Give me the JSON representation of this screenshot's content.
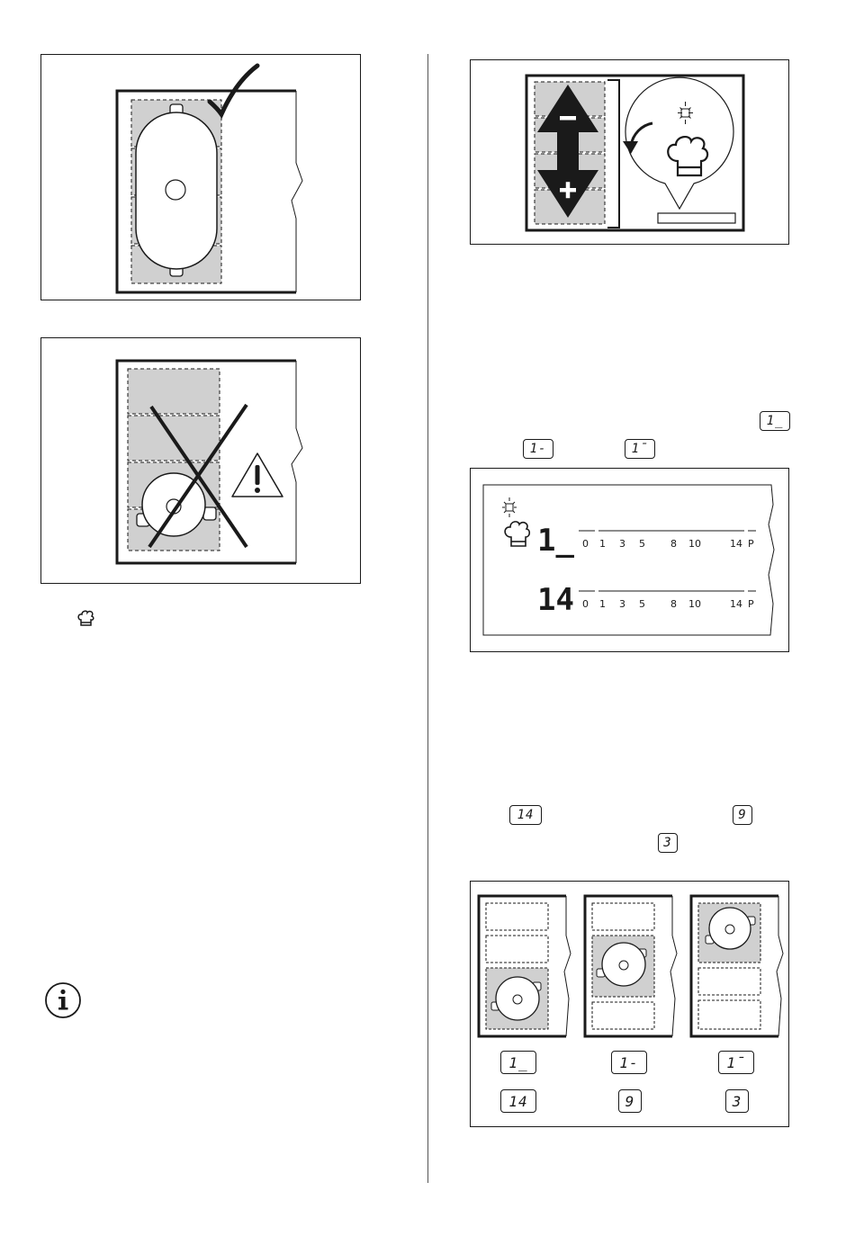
{
  "inline_codes": {
    "code_a": "1_",
    "code_b": "1-",
    "code_c": "1¯",
    "power_max": "14",
    "power_mid": "9",
    "power_low": "3"
  },
  "display_panel": {
    "zone_code": "1_",
    "power_level": "14",
    "scale_labels": [
      "0",
      "1",
      "3",
      "5",
      "8",
      "10",
      "14",
      "P"
    ]
  },
  "position_figure": {
    "positions": [
      {
        "code": "1_",
        "power": "14"
      },
      {
        "code": "1-",
        "power": "9"
      },
      {
        "code": "1¯",
        "power": "3"
      }
    ]
  },
  "icons": [
    "check-icon",
    "cross-icon",
    "warning-icon",
    "chef-hat-icon",
    "info-icon",
    "minus-icon",
    "plus-icon",
    "sensor-icon",
    "arrow-icon"
  ]
}
